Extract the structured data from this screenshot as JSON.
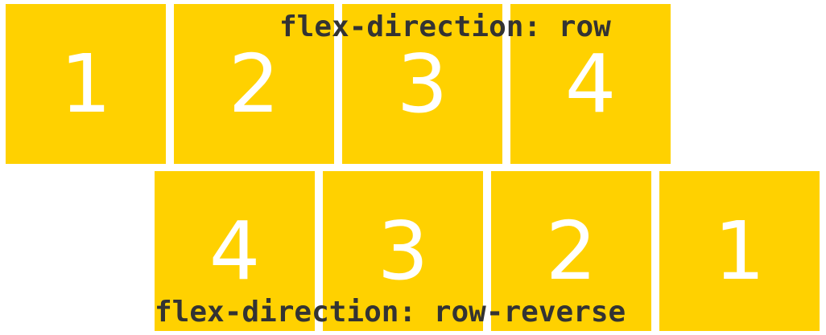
{
  "box_color": "#FFD100",
  "number_color": "#FFFFFF",
  "label_color": "#333333",
  "row_example": {
    "label": "flex-direction: row",
    "items": [
      "1",
      "2",
      "3",
      "4"
    ]
  },
  "row_reverse_example": {
    "label": "flex-direction: row-reverse",
    "items": [
      "4",
      "3",
      "2",
      "1"
    ]
  }
}
